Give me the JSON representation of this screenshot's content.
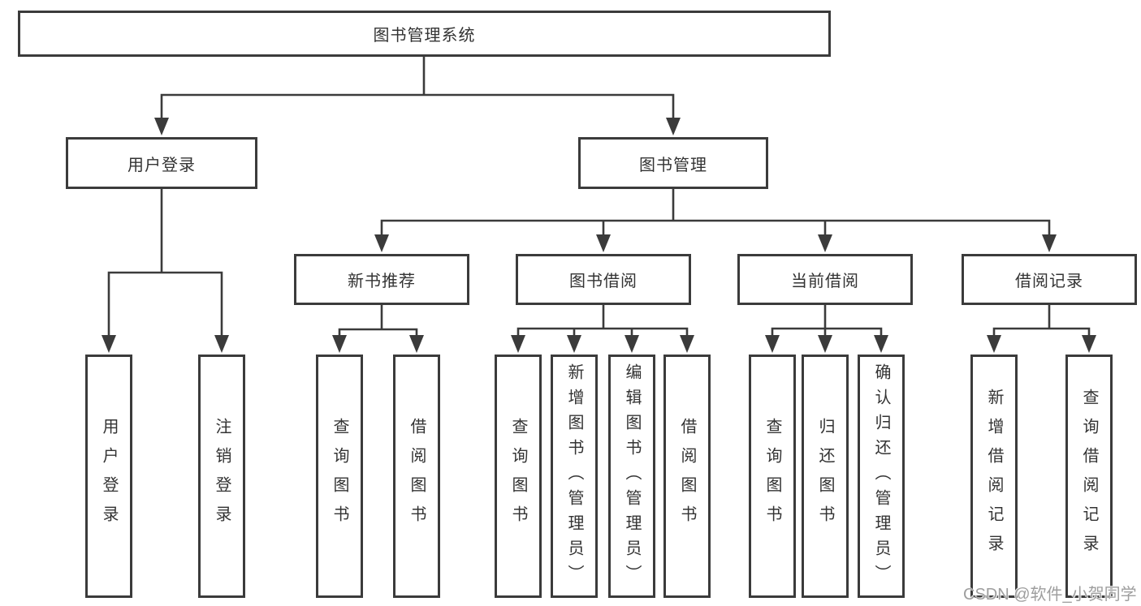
{
  "diagram": {
    "root": {
      "id": "book-management-system",
      "label": "图书管理系统"
    },
    "level2": [
      {
        "id": "user-login",
        "label": "用户登录",
        "parent": "book-management-system"
      },
      {
        "id": "book-management",
        "label": "图书管理",
        "parent": "book-management-system"
      }
    ],
    "level3": [
      {
        "id": "new-book-recommend",
        "label": "新书推荐",
        "parent": "book-management"
      },
      {
        "id": "book-borrowing",
        "label": "图书借阅",
        "parent": "book-management"
      },
      {
        "id": "current-borrowing",
        "label": "当前借阅",
        "parent": "book-management"
      },
      {
        "id": "borrowing-records",
        "label": "借阅记录",
        "parent": "book-management"
      }
    ],
    "leaves": [
      {
        "id": "user-login-leaf",
        "label": "用户登录",
        "parent": "user-login"
      },
      {
        "id": "logout",
        "label": "注销登录",
        "parent": "user-login"
      },
      {
        "id": "nb-query-books",
        "label": "查询图书",
        "parent": "new-book-recommend"
      },
      {
        "id": "nb-borrow-books",
        "label": "借阅图书",
        "parent": "new-book-recommend"
      },
      {
        "id": "bb-query-books",
        "label": "查询图书",
        "parent": "book-borrowing"
      },
      {
        "id": "bb-add-books-admin",
        "label": "新增图书（管理员）",
        "parent": "book-borrowing"
      },
      {
        "id": "bb-edit-books-admin",
        "label": "编辑图书（管理员）",
        "parent": "book-borrowing"
      },
      {
        "id": "bb-borrow-books",
        "label": "借阅图书",
        "parent": "book-borrowing"
      },
      {
        "id": "cb-query-books",
        "label": "查询图书",
        "parent": "current-borrowing"
      },
      {
        "id": "cb-return-books",
        "label": "归还图书",
        "parent": "current-borrowing"
      },
      {
        "id": "cb-confirm-return-admin",
        "label": "确认归还（管理员）",
        "parent": "current-borrowing"
      },
      {
        "id": "br-add-record",
        "label": "新增借阅记录",
        "parent": "borrowing-records"
      },
      {
        "id": "br-query-record",
        "label": "查询借阅记录",
        "parent": "borrowing-records"
      }
    ]
  },
  "watermark": {
    "text": "CSDN @软件_小贺同学",
    "color": "#9e9e9e"
  },
  "colors": {
    "line": "#3b3b3b",
    "box_border": "#3b3b3b",
    "text": "#333333",
    "background": "#ffffff"
  }
}
